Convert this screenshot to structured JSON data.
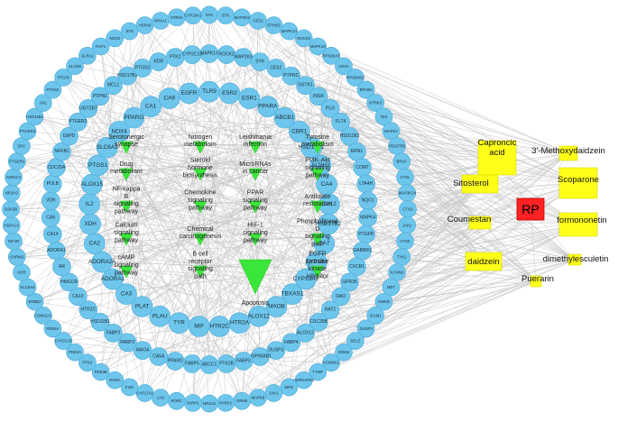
{
  "colors": {
    "gene": "#6ec6ec",
    "pathway": "#39e639",
    "compound": "#ffff1a",
    "herb": "#ff2222",
    "edge": "#c4c4c4"
  },
  "herb": "RP",
  "compounds": [
    {
      "label": "Caproncic\nacid"
    },
    {
      "label": "3'-Methoxydaidzein"
    },
    {
      "label": "Sitosterol"
    },
    {
      "label": "Scoparone"
    },
    {
      "label": "Coumestan"
    },
    {
      "label": "formononetin"
    },
    {
      "label": "daidzein"
    },
    {
      "label": "dimethylesculetin"
    },
    {
      "label": "Puerarin"
    }
  ],
  "outer_ring_genes": [
    "SYK",
    "BTK",
    "MAP2K3",
    "CES2",
    "EPHB3",
    "MAPK14",
    "ROCK2",
    "MAPK10",
    "RPS6KA5",
    "CES1",
    "RPS6KB1",
    "EPHB4",
    "NTRK3",
    "TEK",
    "MAPK4",
    "PDGFRB",
    "BRAF",
    "CTSL",
    "MAP3K14",
    "CTSS",
    "JAK2",
    "CTSK",
    "TYK2",
    "KCNN2",
    "MET",
    "IKBKB",
    "ICAM1",
    "DUSP3",
    "SELE",
    "GRM4",
    "KCNMA1",
    "TYMP",
    "MAPKAPK2",
    "MPO",
    "JAK1",
    "MAPK8",
    "GRM5",
    "PARP2",
    "NR1H3",
    "PARP1",
    "RORC",
    "LYN",
    "CYP17A1",
    "FGR",
    "RORA",
    "PDE3B",
    "PTK2",
    "PDE3A",
    "CYP2C19",
    "PDE6A",
    "CSNK2A1",
    "ERBB2",
    "SLC6A4",
    "KDR",
    "CHRM2",
    "IGF1R",
    "HSPA1A",
    "GSK3B",
    "NR1H2",
    "AKR1C1",
    "PTGER1",
    "SRC",
    "PTGER3",
    "HSD11B1",
    "AXL",
    "PTGS2",
    "PTGIR",
    "ALOX5",
    "GLRA1",
    "RAF1",
    "NOS2",
    "STS",
    "HSPA8",
    "NR4A1",
    "HTR2A",
    "CYP19A1"
  ],
  "middle_ring_genes": [
    "MAPK14",
    "ROCK2",
    "MAP2K3",
    "SYK",
    "CES2",
    "PTPRC",
    "GSTK1",
    "INSR",
    "PLG",
    "FLT4",
    "HSD11B2",
    "ERN1",
    "COMT",
    "LTA4H",
    "NQO1",
    "MAPK4",
    "PTGFR",
    "GABBR1",
    "CXCR1",
    "GPR35",
    "DAO",
    "NAT1",
    "CDC25B",
    "ALOX12",
    "FABP4",
    "DUSP3",
    "HSP90AB1",
    "FABP3",
    "PTK2B",
    "ABCC1",
    "FABP5",
    "PPARD",
    "CA5A",
    "MAOA",
    "PARP2",
    "FABP2",
    "HSD11B1",
    "HTR2C",
    "CA13",
    "HMGCR",
    "AR",
    "ADORA1",
    "CA14",
    "CA6",
    "VDR",
    "POLB",
    "CDC25A",
    "NFKB1",
    "G6PD",
    "PTGER2",
    "UGT2B7",
    "PTPN1",
    "MCL1",
    "HSD17B3",
    "PTGS2",
    "KDR",
    "PTK2",
    "CYP2C19"
  ],
  "inner_ring_genes": [
    "TLR9",
    "ESR2",
    "ESR1",
    "PPARA",
    "ABCB1",
    "CBR1",
    "HSD17B1",
    "ALDH2",
    "CA4",
    "CA12",
    "HSD17B2",
    "CA7",
    "CYP1B1",
    "CYP19A1",
    "TBXAS1",
    "MAOB",
    "ALOX12",
    "HTR2A",
    "HTR2C",
    "MIF",
    "TYR",
    "PLAU",
    "PLAT",
    "CA3",
    "ADORA1",
    "ADORA2A",
    "CA2",
    "XDH",
    "IL2",
    "ALOX15",
    "PTGS1",
    "SLC6A2",
    "NOX4",
    "PPARG",
    "CA1",
    "CA9",
    "EGFR"
  ],
  "pathways": [
    {
      "label": "Serotonergic\nsynapse"
    },
    {
      "label": "Nitrogen\nmetabolism"
    },
    {
      "label": "Leishmania\ninfection"
    },
    {
      "label": "Tyrosine\nmetabolism"
    },
    {
      "label": "Drug\nmetabolism"
    },
    {
      "label": "Steroid\nhormone\nbiosynthesis"
    },
    {
      "label": "MicroRNAs\nin cancer"
    },
    {
      "label": "PI3K-Akt\nsignaling\npathway"
    },
    {
      "label": "NF-kappa\nB\nsignaling\npathway"
    },
    {
      "label": "Chemokine\nsignaling\npathway"
    },
    {
      "label": "PPAR\nsignaling\npathway"
    },
    {
      "label": "Antifolate\nresistance"
    },
    {
      "label": "Calcium\nsignaling\npathway"
    },
    {
      "label": "Chemical\ncarcinogenesis"
    },
    {
      "label": "HIF-1\nsignaling\npathway"
    },
    {
      "label": "Phospholipase\nD\nsignaling\npath"
    },
    {
      "label": "cAMP\nsignaling\npathway"
    },
    {
      "label": "B cell\nreceptor\nsignaling\npath"
    },
    {
      "label": "Apoptosis"
    },
    {
      "label": "EGFR\ntyrosine\nkinase\ninhibitor"
    }
  ]
}
